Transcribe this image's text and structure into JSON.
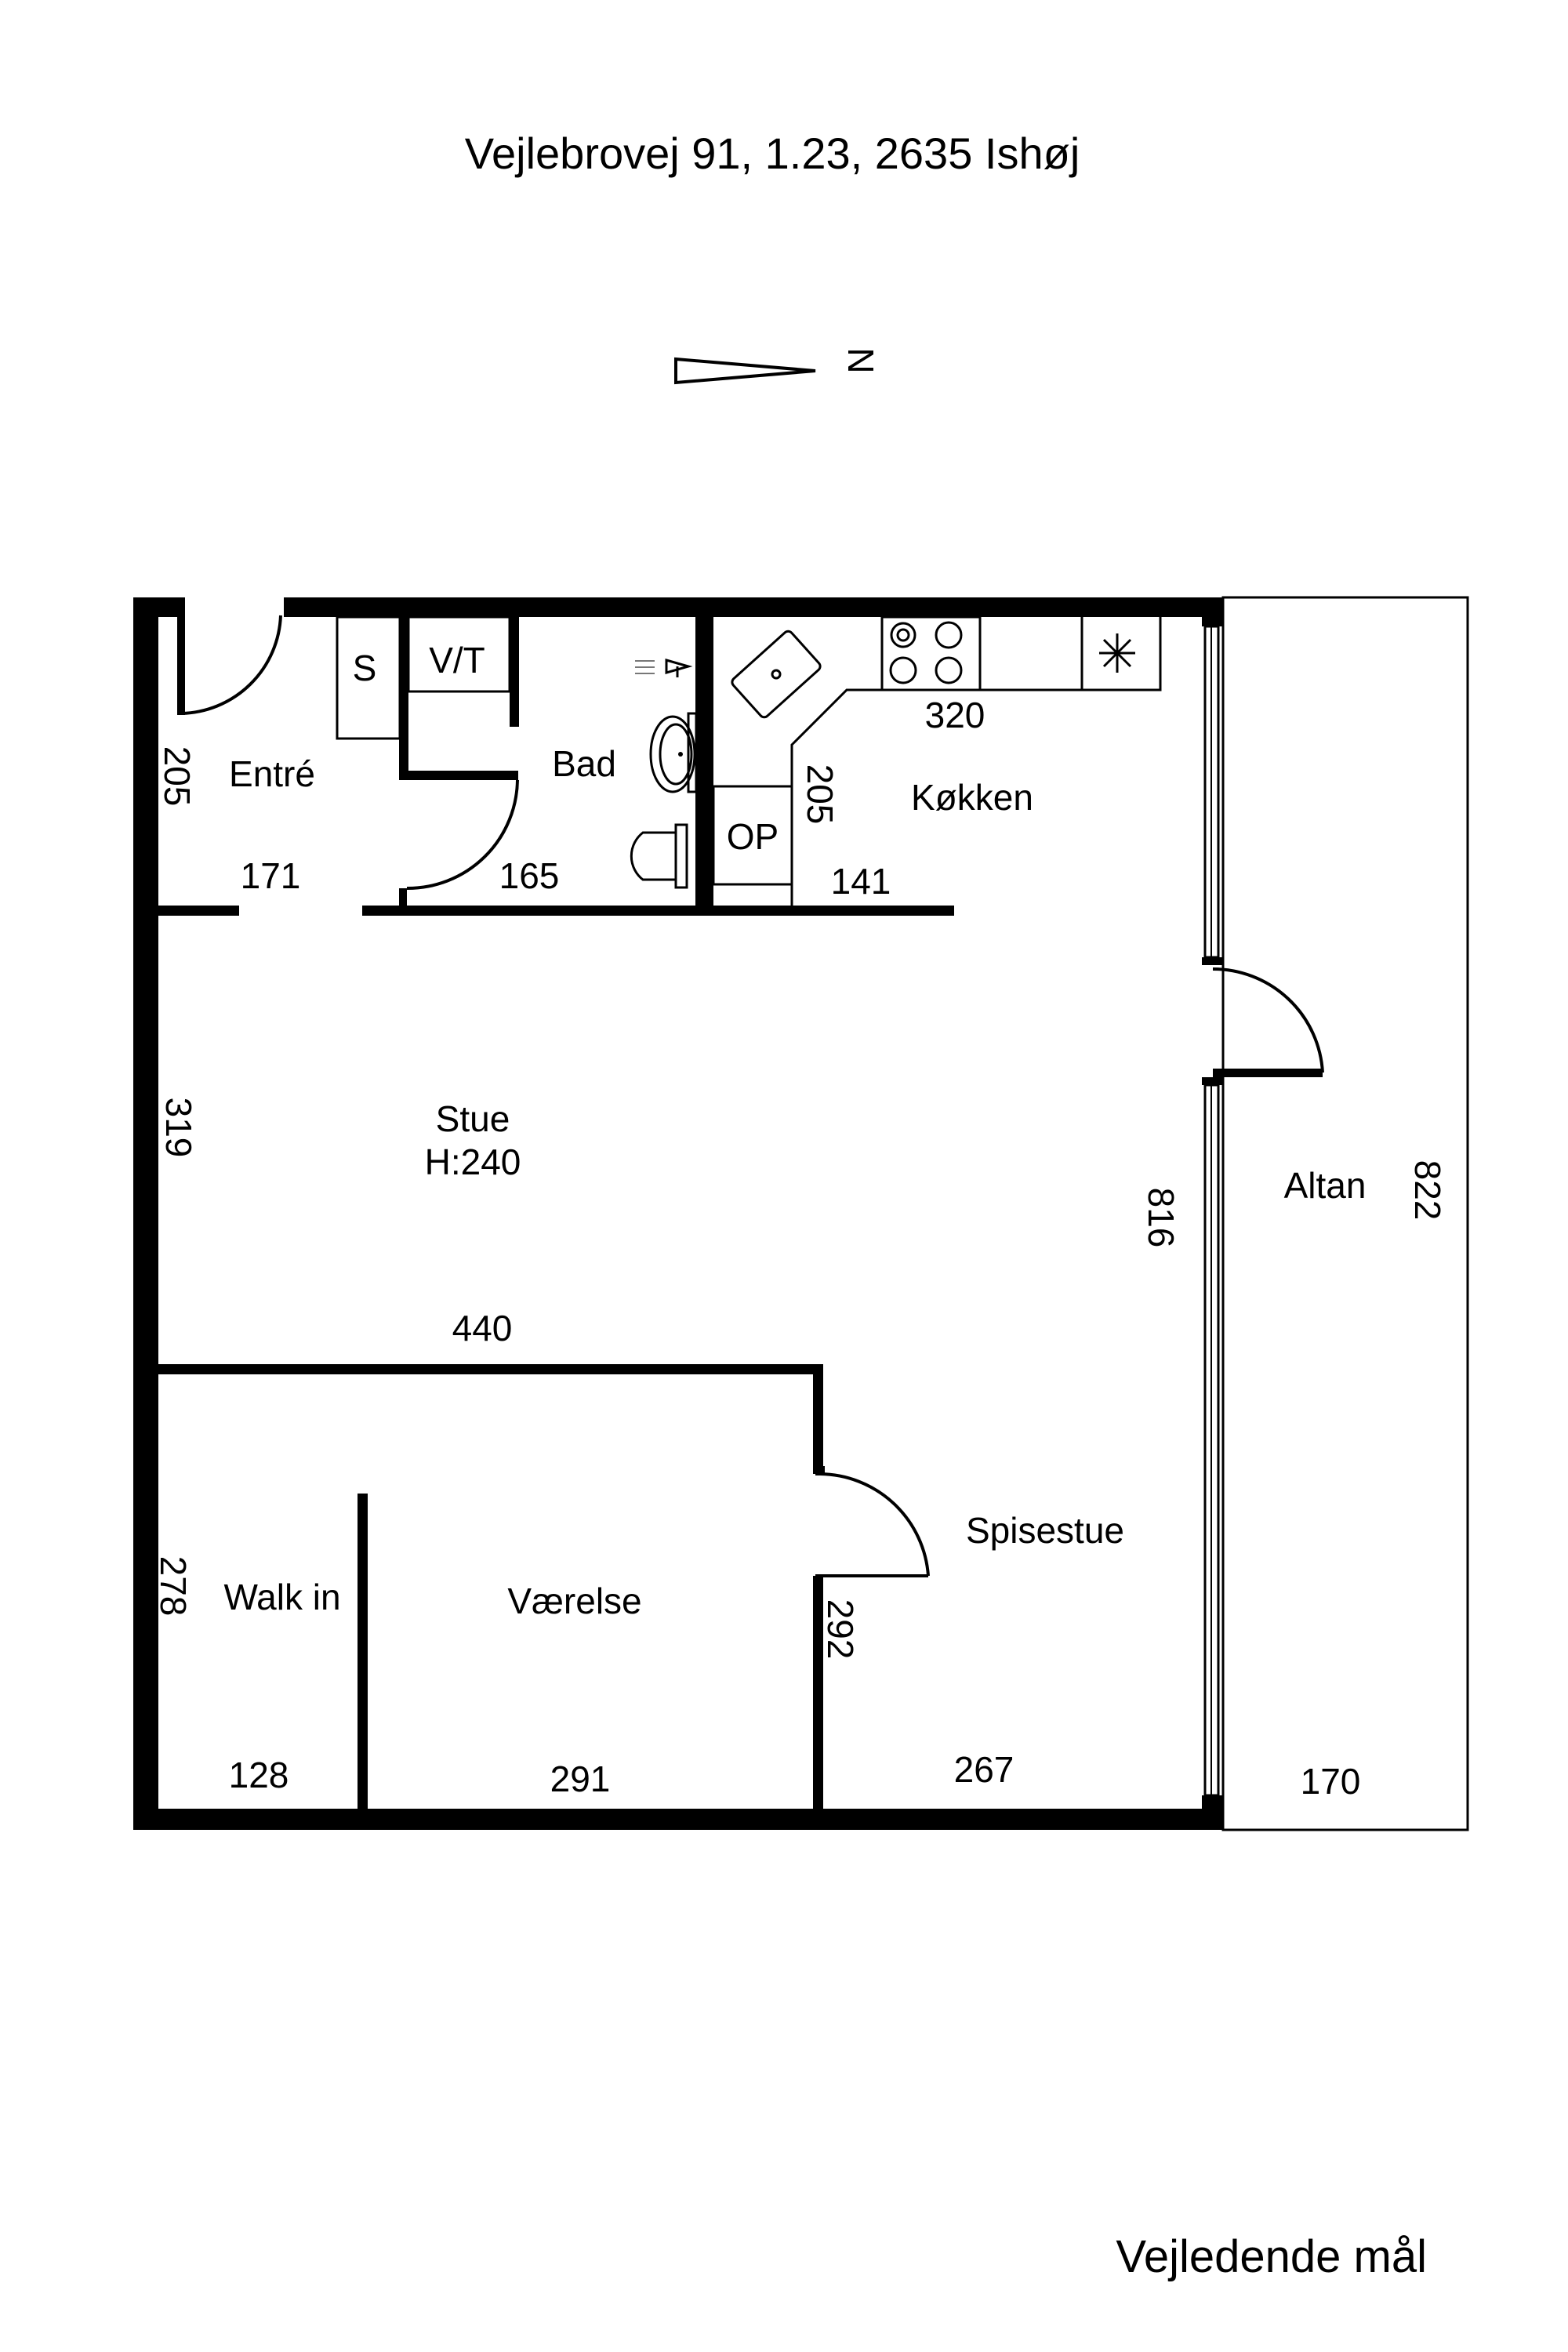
{
  "title": "Vejlebrovej 91, 1.23, 2635 Ishøj",
  "north_label": "N",
  "footer": "Vejledende mål",
  "rooms": {
    "entre": "Entré",
    "bad": "Bad",
    "kokken": "Køkken",
    "stue": "Stue",
    "stue_height": "H:240",
    "altan": "Altan",
    "spisestue": "Spisestue",
    "walkin": "Walk in",
    "vaerelse": "Værelse"
  },
  "fixtures": {
    "storage": "S",
    "washer_dryer": "V/T",
    "op": "OP"
  },
  "dimensions": {
    "entre_height": "205",
    "entre_width": "171",
    "bad_width": "165",
    "kitchen_height": "205",
    "kitchen_width": "141",
    "kitchen_counter": "320",
    "stue_height": "319",
    "stue_width": "440",
    "apartment_depth": "816",
    "altan_depth": "822",
    "altan_width": "170",
    "walkin_height": "278",
    "walkin_width": "128",
    "vaerelse_width": "291",
    "vaerelse_height": "292",
    "spisestue_width": "267"
  }
}
